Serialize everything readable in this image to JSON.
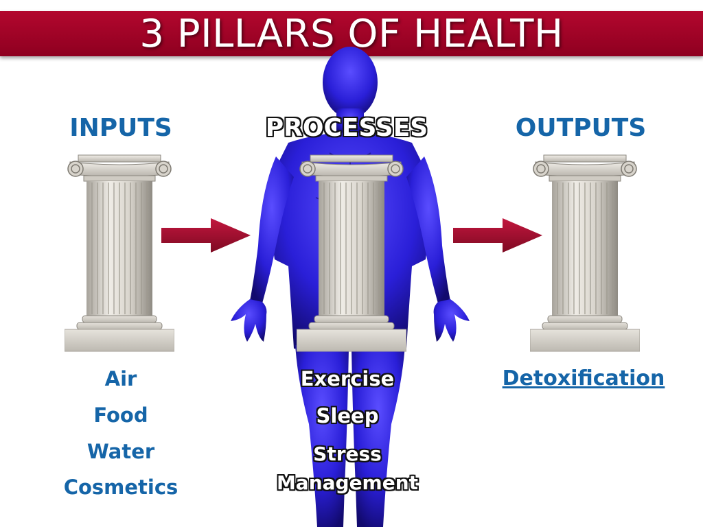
{
  "title": "3 PILLARS OF HEALTH",
  "colors": {
    "banner": "#a30026",
    "label_blue": "#1565a8",
    "arrow": "#a3102e",
    "human": "#2a1fd8",
    "pillar": "#dedbd4"
  },
  "columns": {
    "inputs": {
      "label": "INPUTS",
      "items": [
        "Air",
        "Food",
        "Water",
        "Cosmetics"
      ]
    },
    "processes": {
      "label": "PROCESSES",
      "items": [
        "Exercise",
        "Sleep",
        "Stress",
        "Management"
      ]
    },
    "outputs": {
      "label": "OUTPUTS",
      "items": [
        "Detoxification"
      ]
    }
  },
  "icons": {
    "pillar": "ionic-pillar-icon",
    "arrow": "right-arrow-icon",
    "figure": "human-figure-icon"
  }
}
